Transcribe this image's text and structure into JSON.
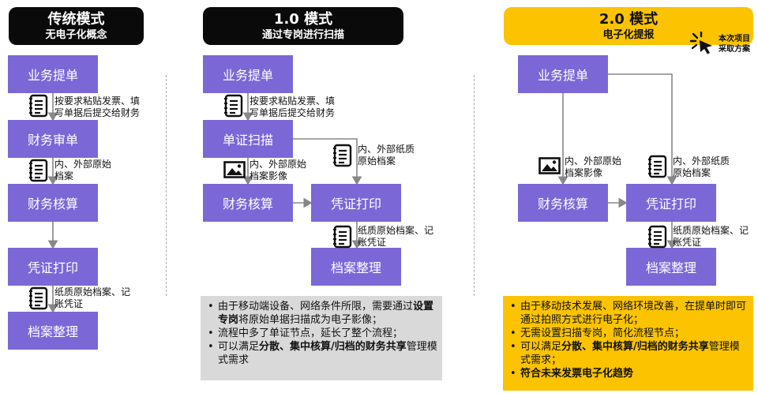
{
  "columns": [
    {
      "title": "传统模式",
      "subtitle": "无电子化概念",
      "boxes": [
        "业务提单",
        "财务审单",
        "财务核算",
        "凭证打印",
        "档案整理"
      ],
      "notes": [
        [
          "按要求粘贴发票、填",
          "写单据后提交给财务"
        ],
        [
          "内、外部原始",
          "档案"
        ],
        [
          "纸质原始档案、记",
          "账凭证"
        ]
      ]
    },
    {
      "title": "1.0 模式",
      "subtitle": "通过专岗进行扫描",
      "boxes": [
        "业务提单",
        "单证扫描",
        "财务核算",
        "凭证打印",
        "档案整理"
      ],
      "notes": [
        [
          "按要求粘贴发票、填",
          "写单据后提交给财务"
        ],
        [
          "内、外部纸质",
          "原始档案"
        ],
        [
          "内、外部原始",
          "档案影像"
        ],
        [
          "纸质原始档案、记",
          "账凭证"
        ]
      ],
      "bullets": [
        {
          "pre": "由于移动端设备、网络条件所限，需要通过",
          "bold": "设置专岗",
          "post": "将原始单据扫描成为电子影像；"
        },
        {
          "pre": "流程中多了单证节点，延长了整个流程；",
          "bold": "",
          "post": ""
        },
        {
          "pre": "可以满足",
          "bold": "分散、集中核算/归档的财务共享",
          "post": "管理模式需求"
        }
      ]
    },
    {
      "title": "2.0 模式",
      "subtitle": "电子化提报",
      "badge": [
        "本次项目",
        "采取方案"
      ],
      "boxes": [
        "业务提单",
        "财务核算",
        "凭证打印",
        "档案整理"
      ],
      "notes": [
        [
          "内、外部原始",
          "档案影像"
        ],
        [
          "内、外部纸质",
          "原始档案"
        ],
        [
          "纸质原始档案、记",
          "账凭证"
        ]
      ],
      "bullets": [
        {
          "pre": "由于移动技术发展、网络环境改善，在提单时即可通过拍照方式进行电子化；",
          "bold": "",
          "post": ""
        },
        {
          "pre": "无需设置扫描专岗，简化流程节点；",
          "bold": "",
          "post": ""
        },
        {
          "pre": "可以满足",
          "bold": "分散、集中核算/归档的财务共享",
          "post": "管理模式需求；"
        },
        {
          "pre": "",
          "bold": "符合未来发票电子化趋势",
          "post": ""
        }
      ]
    }
  ],
  "colors": {
    "box": "#7b68d6",
    "header_dark": "#0a0a0a",
    "header_gold": "#fbc300",
    "panel_gray": "#d9d9d9",
    "panel_gold": "#fbc300"
  }
}
